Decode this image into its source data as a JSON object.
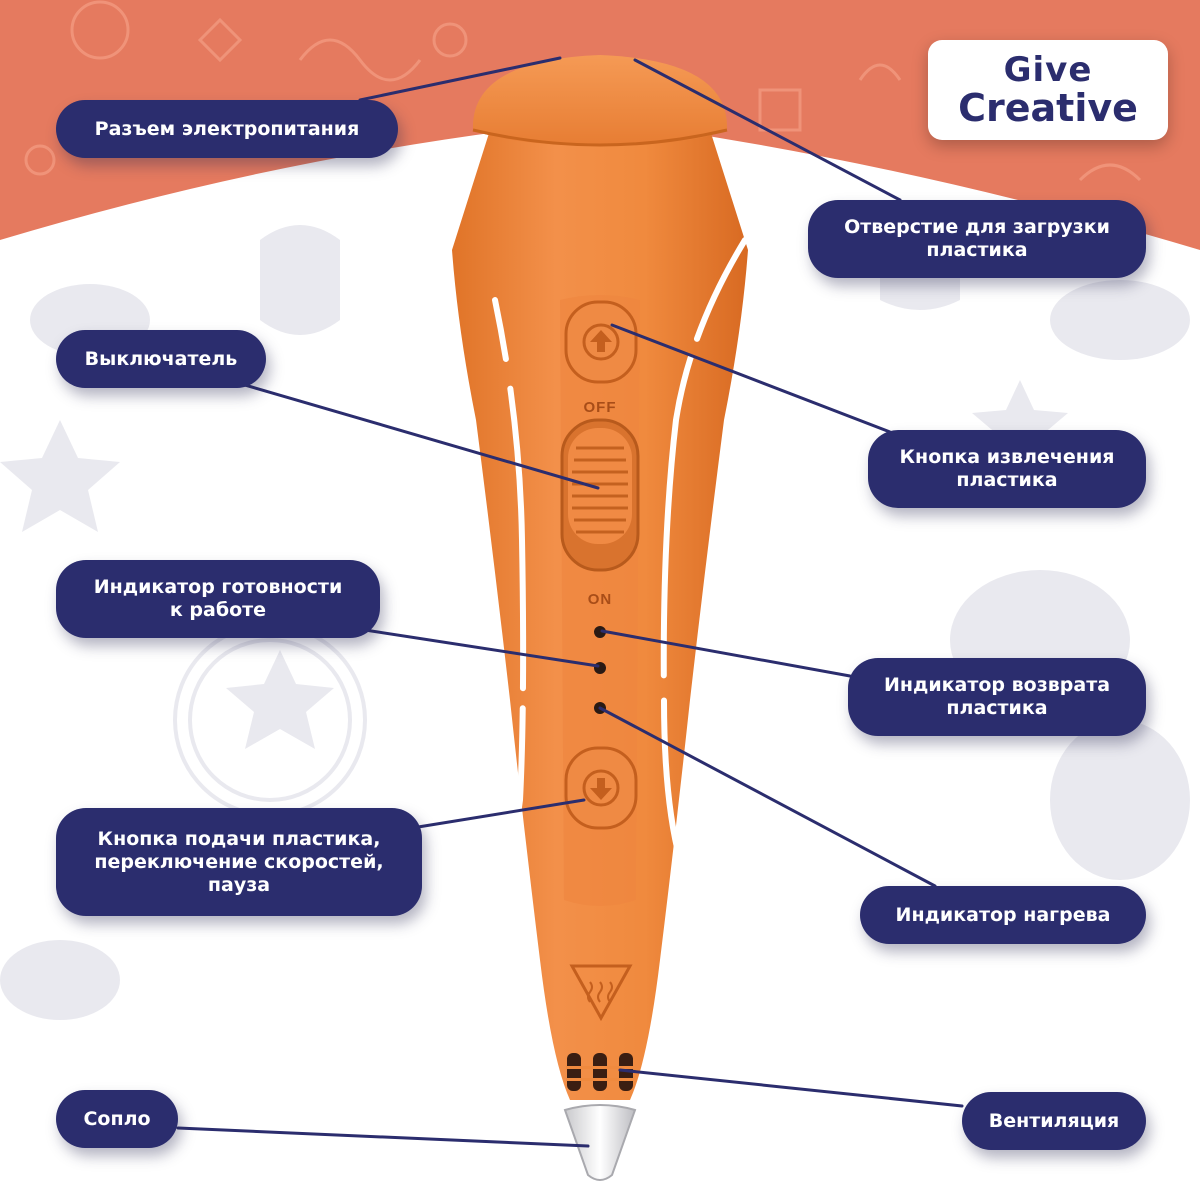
{
  "brand": {
    "line1": "Give",
    "line2": "Creative",
    "accent_color": "#f2a51a",
    "text_color": "#2b2d6e"
  },
  "colors": {
    "background_top": "#e57a5f",
    "callout_bg": "#2b2d6e",
    "pen_body": "#f08a3e",
    "pen_shadow": "#d96f28",
    "leader_line": "#2b2d6e"
  },
  "pen": {
    "switch_off": "OFF",
    "switch_on": "ON",
    "upper_button_icon": "arrow-up-icon",
    "lower_button_icon": "arrow-down-icon",
    "heat_icon": "heat-warning-icon"
  },
  "callouts": {
    "power_connector": "Разъем электропитания",
    "filament_inlet": [
      "Отверстие для загрузки",
      "пластика"
    ],
    "power_switch": "Выключатель",
    "eject_button": [
      "Кнопка извлечения",
      "пластика"
    ],
    "ready_indicator": [
      "Индикатор готовности",
      "к работе"
    ],
    "return_indicator": [
      "Индикатор возврата",
      "пластика"
    ],
    "feed_button": [
      "Кнопка подачи пластика,",
      "переключение скоростей,",
      "пауза"
    ],
    "heat_indicator": "Индикатор нагрева",
    "nozzle": "Сопло",
    "ventilation": "Вентиляция"
  }
}
